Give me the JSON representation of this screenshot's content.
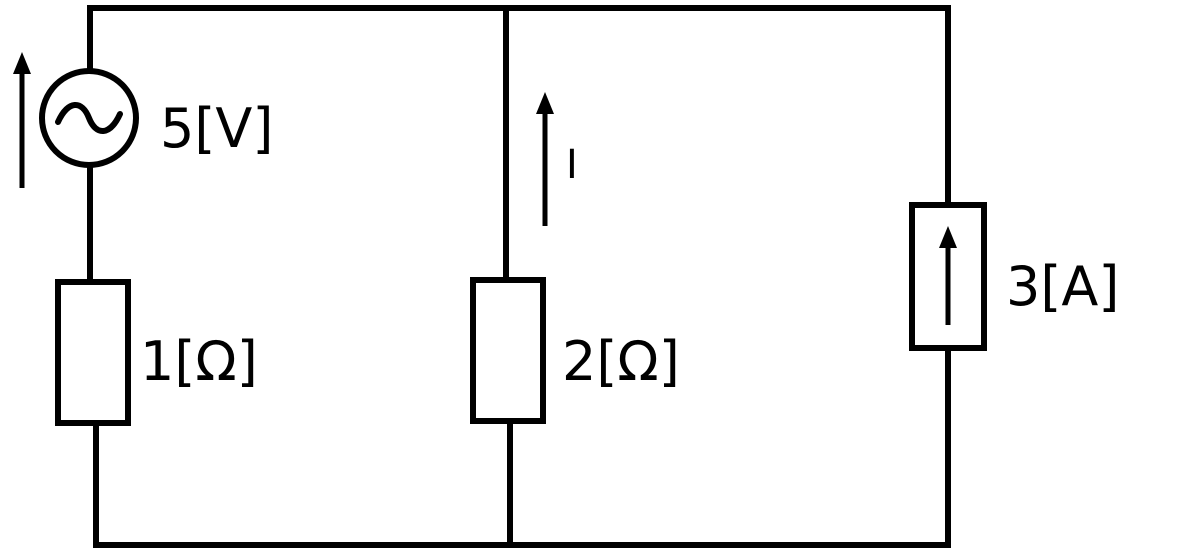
{
  "labels": {
    "voltage_source": "5[V]",
    "resistor_left": "1[Ω]",
    "resistor_middle": "2[Ω]",
    "current_source": "3[A]",
    "current_marker": "I"
  },
  "components": {
    "voltage_source": {
      "type": "ac-voltage-source",
      "symbol": "~"
    },
    "current_source": {
      "type": "dc-current-source",
      "direction": "up"
    }
  },
  "colors": {
    "stroke": "#000000",
    "background": "#ffffff"
  }
}
